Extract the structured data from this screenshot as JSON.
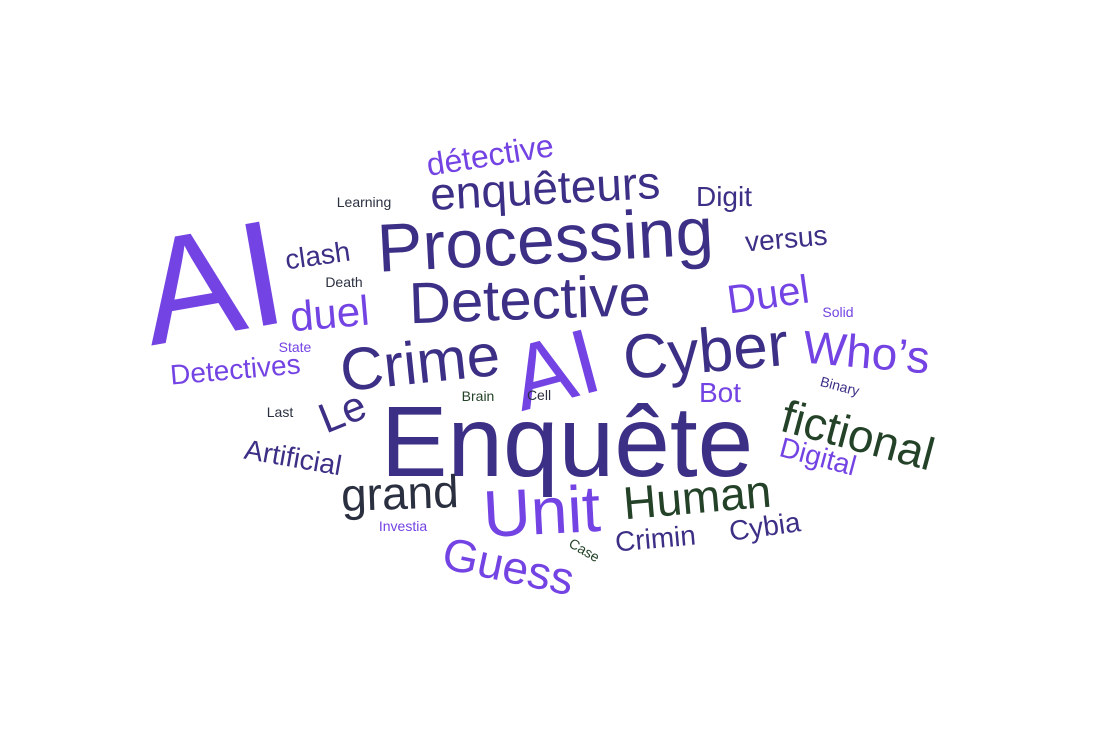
{
  "colors": {
    "purple": "#7443e3",
    "indigo": "#3c2f86",
    "green": "#234228",
    "slate": "#2b3040"
  },
  "words": [
    {
      "text": "AI",
      "color": "purple"
    },
    {
      "text": "Enquête",
      "color": "indigo"
    },
    {
      "text": "Processing",
      "color": "indigo"
    },
    {
      "text": "Detective",
      "color": "indigo"
    },
    {
      "text": "AI",
      "color": "purple"
    },
    {
      "text": "Cyber",
      "color": "indigo"
    },
    {
      "text": "Crime",
      "color": "indigo"
    },
    {
      "text": "enquêteurs",
      "color": "indigo"
    },
    {
      "text": "Unit",
      "color": "purple"
    },
    {
      "text": "Who’s",
      "color": "purple"
    },
    {
      "text": "fictional",
      "color": "green"
    },
    {
      "text": "Human",
      "color": "green"
    },
    {
      "text": "Guess",
      "color": "purple"
    },
    {
      "text": "grand",
      "color": "slate"
    },
    {
      "text": "Duel",
      "color": "purple"
    },
    {
      "text": "duel",
      "color": "purple"
    },
    {
      "text": "Le",
      "color": "indigo"
    },
    {
      "text": "détective",
      "color": "purple"
    },
    {
      "text": "Detectives",
      "color": "purple"
    },
    {
      "text": "Artificial",
      "color": "indigo"
    },
    {
      "text": "Digital",
      "color": "purple"
    },
    {
      "text": "Digit",
      "color": "indigo"
    },
    {
      "text": "clash",
      "color": "indigo"
    },
    {
      "text": "versus",
      "color": "indigo"
    },
    {
      "text": "Bot",
      "color": "purple"
    },
    {
      "text": "Crimin",
      "color": "indigo"
    },
    {
      "text": "Cybia",
      "color": "indigo"
    },
    {
      "text": "Learning",
      "color": "slate"
    },
    {
      "text": "Death",
      "color": "slate"
    },
    {
      "text": "Solid",
      "color": "purple"
    },
    {
      "text": "State",
      "color": "purple"
    },
    {
      "text": "Binary",
      "color": "indigo"
    },
    {
      "text": "Brain",
      "color": "green"
    },
    {
      "text": "Cell",
      "color": "slate"
    },
    {
      "text": "Last",
      "color": "slate"
    },
    {
      "text": "Investia",
      "color": "purple"
    },
    {
      "text": "Case",
      "color": "green"
    }
  ]
}
